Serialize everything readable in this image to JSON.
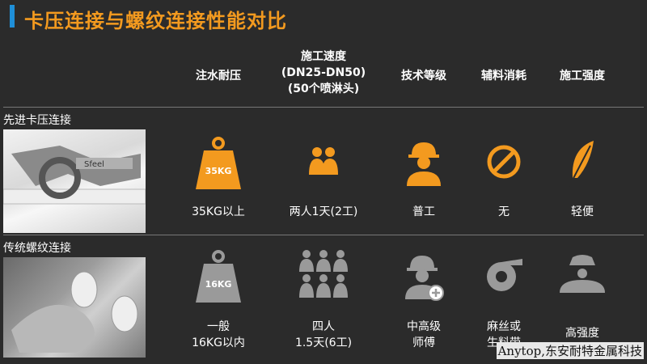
{
  "title": "卡压连接与螺纹连接性能对比",
  "columns": [
    {
      "lines": [
        "注水耐压"
      ]
    },
    {
      "lines": [
        "施工速度",
        "(DN25-DN50)",
        "(50个喷淋头)"
      ]
    },
    {
      "lines": [
        "技术等级"
      ]
    },
    {
      "lines": [
        "辅料消耗"
      ]
    },
    {
      "lines": [
        "施工强度"
      ]
    }
  ],
  "rows": [
    {
      "label": "先进卡压连接",
      "cells": [
        {
          "icon": "weight-icon",
          "icon_text": "35KG",
          "text": [
            "35KG以上"
          ]
        },
        {
          "icon": "two-people-icon",
          "text": [
            "两人1天(2工)"
          ]
        },
        {
          "icon": "worker-icon",
          "text": [
            "普工"
          ]
        },
        {
          "icon": "none-icon",
          "text": [
            "无"
          ]
        },
        {
          "icon": "feather-icon",
          "text": [
            "轻便"
          ]
        }
      ]
    },
    {
      "label": "传统螺纹连接",
      "cells": [
        {
          "icon": "weight-icon",
          "icon_text": "16KG",
          "text": [
            "一般",
            "16KG以内"
          ]
        },
        {
          "icon": "group-people-icon",
          "text": [
            "四人",
            "1.5天(6工)"
          ]
        },
        {
          "icon": "senior-worker-icon",
          "text": [
            "中高级",
            "师傅"
          ]
        },
        {
          "icon": "tape-roll-icon",
          "text": [
            "麻丝或",
            "生料带"
          ]
        },
        {
          "icon": "anvil-icon",
          "text": [
            "高强度"
          ]
        }
      ]
    }
  ],
  "colors": {
    "accent": "#f39a1f",
    "muted": "#9a9a9a",
    "bar": "#1f8fd8"
  },
  "watermark": "Anytop,东安耐特金属科技"
}
